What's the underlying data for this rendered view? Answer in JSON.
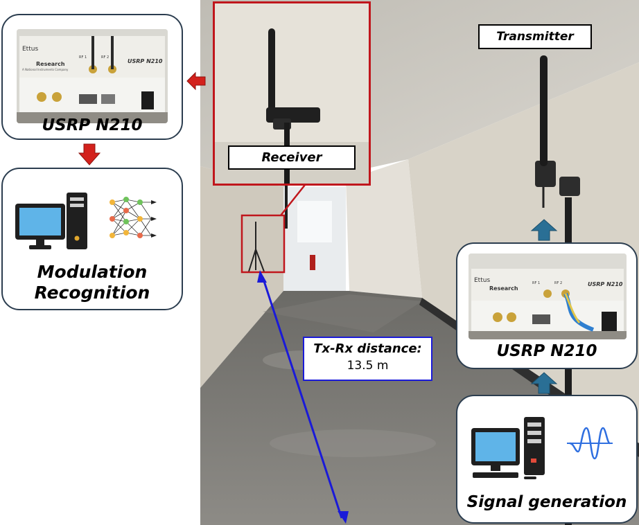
{
  "colors": {
    "panel_border": "#2b3d4f",
    "red_arrow": "#d3211c",
    "blue_arrow": "#2a6f95",
    "distance_line": "#1a1ad8",
    "receiver_frame": "#c0161c",
    "monitor_screen": "#5fb4e8"
  },
  "receiver_chain": {
    "device_title": "USRP N210",
    "device_brand": "Ettus",
    "device_brand_sub": "Research",
    "device_tag": "A National Instruments Company",
    "device_model_print": "USRP N210",
    "port_rf1": "RF 1",
    "port_rf2": "RF 2",
    "recognition_title_line1": "Modulation",
    "recognition_title_line2": "Recognition",
    "icons": [
      "red-arrow-left-icon",
      "red-arrow-down-icon",
      "computer-icon",
      "neural-network-icon"
    ]
  },
  "photo": {
    "receiver_label": "Receiver",
    "transmitter_label": "Transmitter",
    "distance_label_line1": "Tx-Rx distance:",
    "distance_label_line2": "13.5 m"
  },
  "transmitter_chain": {
    "device_title": "USRP N210",
    "device_brand": "Ettus",
    "device_brand_sub": "Research",
    "device_model_print": "USRP N210",
    "port_rf1": "RF 1",
    "port_rf2": "RF 2",
    "generation_title": "Signal generation",
    "icons": [
      "blue-arrow-up-icon",
      "computer-icon",
      "waveform-icon"
    ]
  }
}
